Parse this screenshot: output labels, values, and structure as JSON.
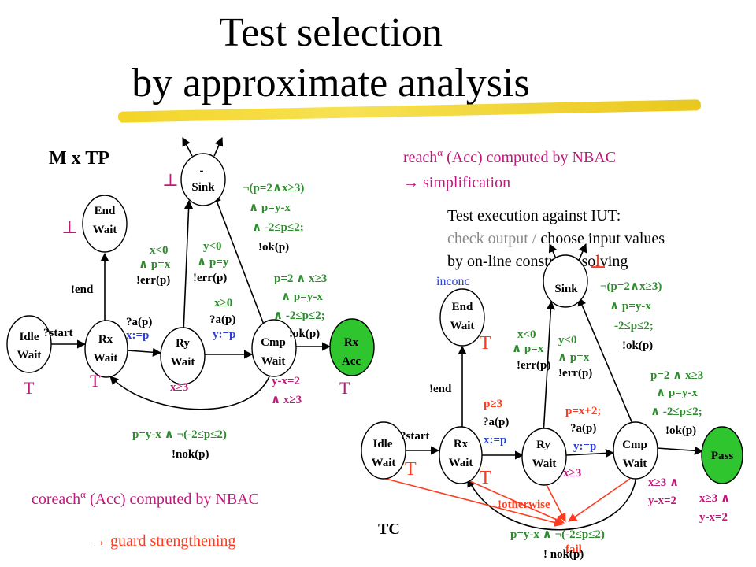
{
  "title": [
    "Test selection",
    "by approximate analysis"
  ],
  "colors": {
    "green": "#2e8b2e",
    "blue": "#2b3fd6",
    "pink": "#c0187a",
    "red": "#ff3b1f",
    "nodefill_acc": "#2ec52e",
    "grey": "#888888"
  },
  "left": {
    "heading": "M x TP",
    "nodes": {
      "idle": [
        "Idle",
        "Wait"
      ],
      "rx": [
        "Rx",
        "Wait"
      ],
      "ry": [
        "Ry",
        "Wait"
      ],
      "cmp": [
        "Cmp",
        "Wait"
      ],
      "acc": [
        "Rx",
        "Acc"
      ],
      "end": [
        "End",
        "Wait"
      ],
      "sink_bar": "-",
      "sink": "Sink"
    },
    "labels": {
      "start": "?start",
      "end": "!end",
      "a1": "?a(p)",
      "a1b": "x:=p",
      "a2a": "x≥0",
      "a2b": "?a(p)",
      "a2c": "y:=p",
      "err1a": "x<0",
      "err1b": "∧ p=x",
      "err1c": "!err(p)",
      "err2a": "y<0",
      "err2b": "∧ p=y",
      "err2c": "!err(p)",
      "sk1": "¬(p=2∧x≥3)",
      "sk2": "∧ p=y-x",
      "sk3": "∧ -2≤p≤2;",
      "sk4": "!ok(p)",
      "ok1": "p=2 ∧ x≥3",
      "ok2": "∧ p=y-x",
      "ok3": "∧ -2≤p≤2;",
      "ok4": "!ok(p)",
      "x3": "x≥3",
      "yx1": "y-x=2",
      "yx2": "∧ x≥3",
      "nok1": "p=y-x ∧ ¬(-2≤p≤2)",
      "nok2": "!nok(p)",
      "top": "T",
      "bot": "⊥"
    },
    "coreach": "coreach",
    "coreach_rest": " (Acc) computed by NBAC",
    "guard": "→ guard strengthening"
  },
  "right": {
    "reach": "reach",
    "reach_rest": " (Acc) computed by NBAC",
    "simplification": "→ simplification",
    "exec": [
      "Test execution against IUT:",
      "check output / choose input values",
      "by on-line constraint solving"
    ],
    "exec_grey": "check output /",
    "exec_black": " choose input values",
    "inconc": "inconc",
    "tc": "TC",
    "alpha": "α",
    "nodes": {
      "idle": [
        "Idle",
        "Wait"
      ],
      "rx": [
        "Rx",
        "Wait"
      ],
      "ry": [
        "Ry",
        "Wait"
      ],
      "cmp": [
        "Cmp",
        "Wait"
      ],
      "pass": "Pass",
      "end": [
        "End",
        "Wait"
      ],
      "sink": "Sink"
    },
    "labels": {
      "start": "?start",
      "end": "!end",
      "a1a": "p≥3",
      "a1b": "?a(p)",
      "a1c": "x:=p",
      "a2a": "p=x+2;",
      "a2b": "?a(p)",
      "a2c": "y:=p",
      "x3": "x≥3",
      "err1a": "x<0",
      "err1b": "∧ p=x",
      "err1c": "!err(p)",
      "err2a": "y<0",
      "err2b": "∧ p=x",
      "err2c": "!err(p)",
      "sk1": "¬(p=2∧x≥3)",
      "sk2": "∧ p=y-x",
      "sk3": "-2≤p≤2;",
      "sk4": "!ok(p)",
      "ok1": "p=2 ∧ x≥3",
      "ok2": "∧ p=y-x",
      "ok3": "∧ -2≤p≤2;",
      "ok4": "!ok(p)",
      "c1a": "x≥3 ∧",
      "c1b": "y-x=2",
      "c2a": "x≥3 ∧",
      "c2b": "y-x=2",
      "otherwise": "!otherwise",
      "fail": "fail",
      "nok1": "p=y-x ∧ ¬(-2≤p≤2)",
      "nok2": "! nok(p)",
      "top": "T",
      "bot": "⊥"
    }
  }
}
